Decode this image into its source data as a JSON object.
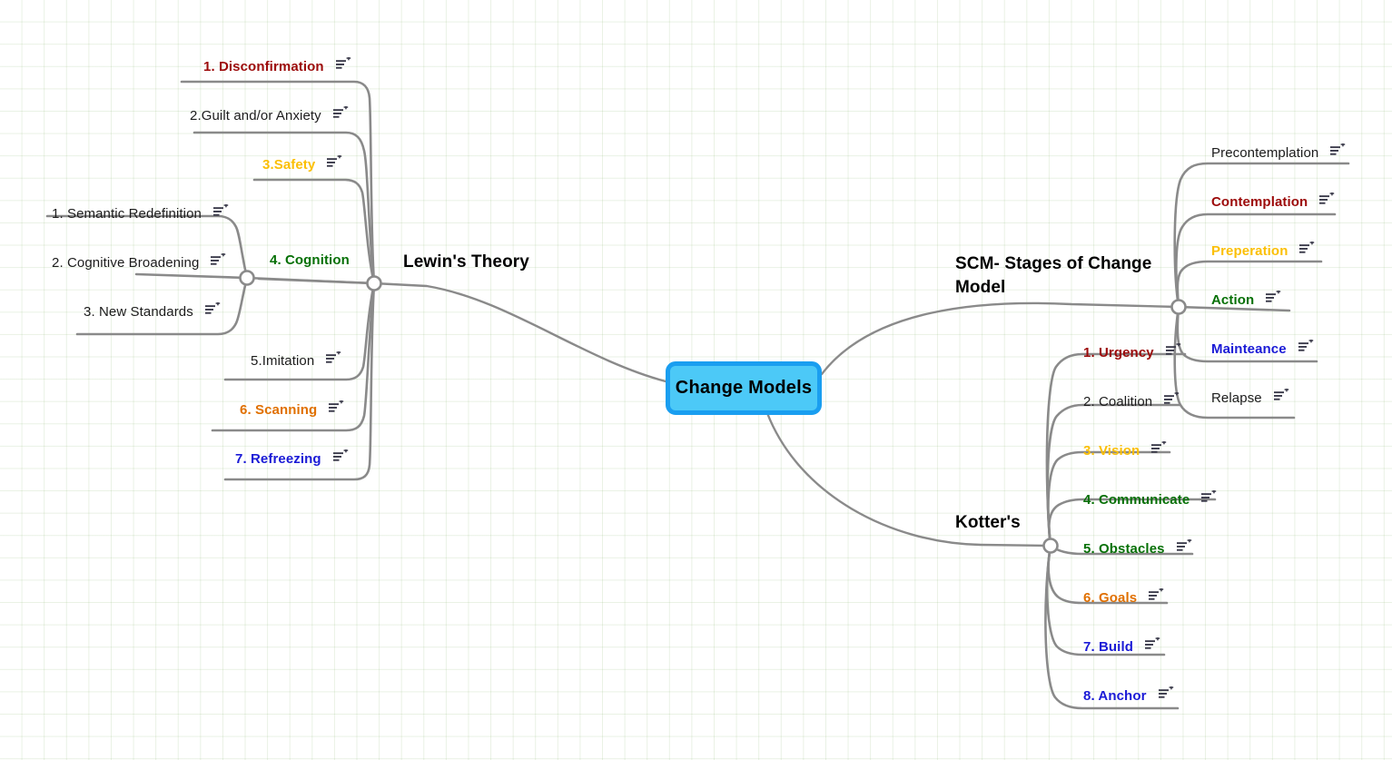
{
  "title": "Change Models Mind Map",
  "central": {
    "label": "Change Models",
    "fill": "#4cc9f7",
    "border": "#1a9ef0"
  },
  "palette": {
    "black": "#1c1c1c",
    "red": "#9c0a0a",
    "yellow": "#fbbf06",
    "green": "#067006",
    "blue": "#1a1ad6",
    "orange": "#e07000",
    "wire": "#8a8a8a",
    "grid": "#78aa5a"
  },
  "icons": {
    "note": "note-add-icon"
  },
  "branches": [
    {
      "id": "lewin",
      "title": "Lewin's Theory",
      "side": "left",
      "items": [
        {
          "label": "1. Disconfirmation",
          "color": "red"
        },
        {
          "label": "2.Guilt and/or Anxiety",
          "color": "black"
        },
        {
          "label": "3.Safety",
          "color": "yellow"
        },
        {
          "label": "4. Cognition",
          "color": "green",
          "children": [
            {
              "label": "1. Semantic Redefinition",
              "color": "black"
            },
            {
              "label": "2. Cognitive Broadening",
              "color": "black"
            },
            {
              "label": "3. New Standards",
              "color": "black"
            }
          ]
        },
        {
          "label": "5.Imitation",
          "color": "black"
        },
        {
          "label": "6. Scanning",
          "color": "orange"
        },
        {
          "label": "7. Refreezing",
          "color": "blue"
        }
      ]
    },
    {
      "id": "scm",
      "title": "SCM- Stages of Change Model",
      "title_line1": "SCM- Stages of Change",
      "title_line2": "Model",
      "side": "right",
      "items": [
        {
          "label": "Precontemplation",
          "color": "black"
        },
        {
          "label": "Contemplation",
          "color": "red"
        },
        {
          "label": "Preperation",
          "color": "yellow"
        },
        {
          "label": "Action",
          "color": "green"
        },
        {
          "label": "Mainteance",
          "color": "blue"
        },
        {
          "label": "Relapse",
          "color": "black"
        }
      ]
    },
    {
      "id": "kotters",
      "title": "Kotter's",
      "side": "right",
      "items": [
        {
          "label": "1. Urgency",
          "color": "red"
        },
        {
          "label": "2. Coalition",
          "color": "black"
        },
        {
          "label": "3. Vision",
          "color": "yellow"
        },
        {
          "label": "4. Communicate",
          "color": "green"
        },
        {
          "label": "5. Obstacles",
          "color": "green"
        },
        {
          "label": "6. Goals",
          "color": "orange"
        },
        {
          "label": "7. Build",
          "color": "blue"
        },
        {
          "label": "8. Anchor",
          "color": "blue"
        }
      ]
    }
  ]
}
